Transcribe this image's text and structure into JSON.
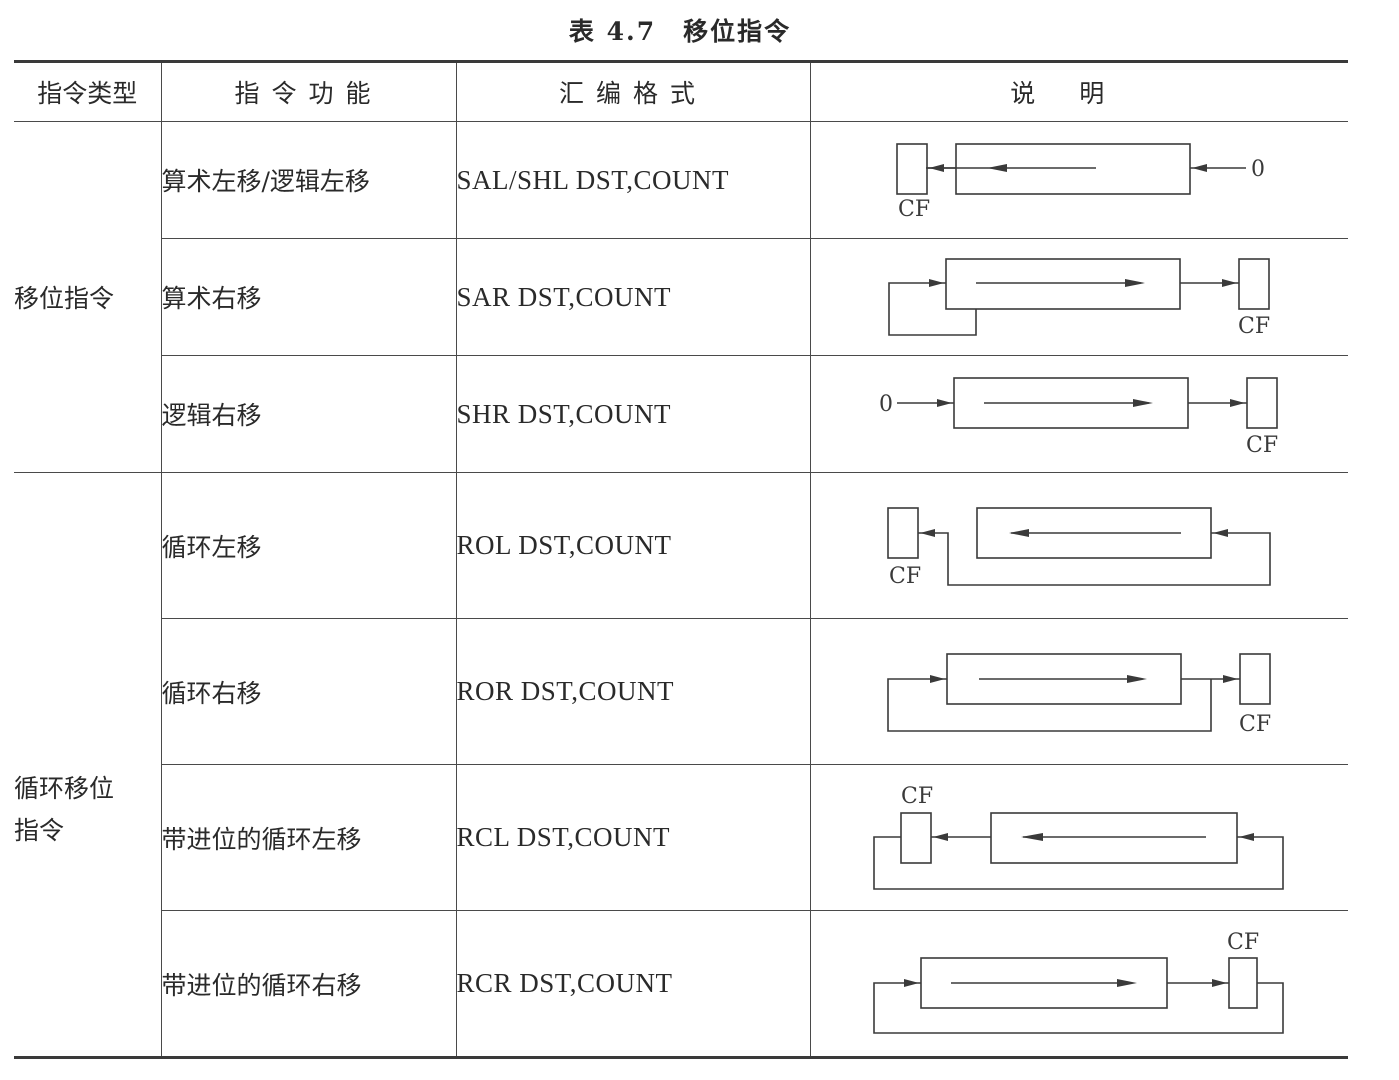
{
  "caption": "表 4.7　移位指令",
  "headers": {
    "type": "指令类型",
    "function": "指令功能",
    "assembly": "汇编格式",
    "description": "说明"
  },
  "groups": [
    {
      "name": "移位指令"
    },
    {
      "name": "循环移位指令"
    }
  ],
  "rows": [
    {
      "function": "算术左移/逻辑左移",
      "assembly": "SAL/SHL DST,COUNT"
    },
    {
      "function": "算术右移",
      "assembly": "SAR DST,COUNT"
    },
    {
      "function": "逻辑右移",
      "assembly": "SHR DST,COUNT"
    },
    {
      "function": "循环左移",
      "assembly": "ROL DST,COUNT"
    },
    {
      "function": "循环右移",
      "assembly": "ROR DST,COUNT"
    },
    {
      "function": "带进位的循环左移",
      "assembly": "RCL DST,COUNT"
    },
    {
      "function": "带进位的循环右移",
      "assembly": "RCR DST,COUNT"
    }
  ],
  "diagram_labels": {
    "cf": "CF",
    "zero": "0"
  }
}
